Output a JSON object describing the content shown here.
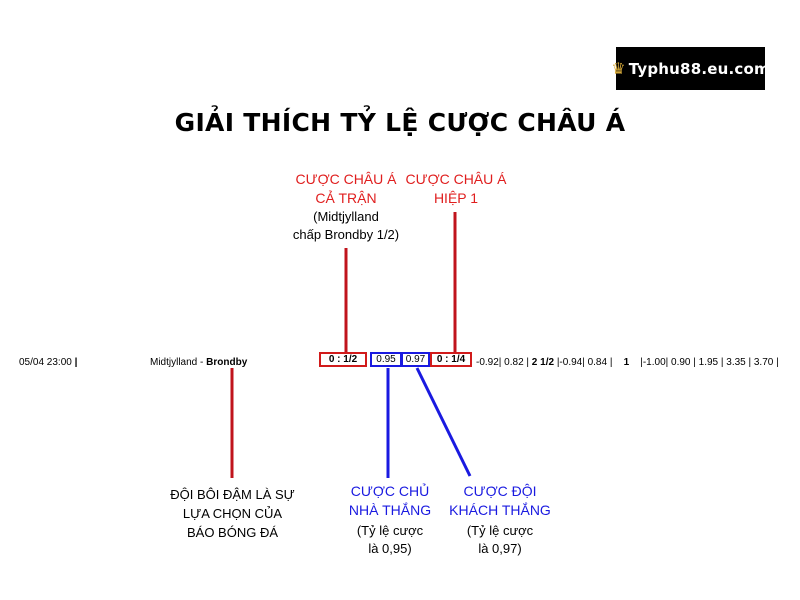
{
  "logo": {
    "text": "Typhu88.eu.com",
    "icon": "crown-shield-icon"
  },
  "title": "GIẢI THÍCH TỶ LỆ CƯỢC CHÂU Á",
  "labels": {
    "full_match": {
      "line1": "CƯỢC CHÂU Á",
      "line2": "CẢ TRẬN",
      "note1": "(Midtjylland",
      "note2": "chấp Brondby 1/2)"
    },
    "first_half": {
      "line1": "CƯỢC CHÂU Á",
      "line2": "HIỆP 1"
    },
    "bold_team": {
      "line1": "ĐỘI BÔI ĐẬM  LÀ SỰ",
      "line2": "LỰA CHỌN CỦA",
      "line3": "BÁO BÓNG ĐÁ"
    },
    "home_win": {
      "line1": "CƯỢC CHỦ",
      "line2": "NHÀ THẮNG",
      "note1": "(Tỷ lệ cược",
      "note2": "là 0,95)"
    },
    "away_win": {
      "line1": "CƯỢC ĐỘI",
      "line2": "KHÁCH THẮNG",
      "note1": "(Tỷ lệ cược",
      "note2": "là 0,97)"
    }
  },
  "odds_row": {
    "date": "05/04  23:00",
    "home_team": "Midtjylland",
    "separator": "-",
    "away_team": "Brondby",
    "full_handicap": "0 : 1/2",
    "home_odds": "0.95",
    "away_odds": "0.97",
    "half_handicap": "0 : 1/4",
    "rest_1": "-0.92| 0.82 |",
    "total": "2 1/2",
    "rest_2": "|-0.94| 0.84 |",
    "one": "1",
    "rest_3": "|-1.00| 0.90 | 1.95 | 3.35 | 3.70 |"
  },
  "colors": {
    "red": "#e01e1e",
    "blue": "#1a1ae0",
    "line_red": "#c0141c",
    "line_blue": "#1a1ae0"
  }
}
